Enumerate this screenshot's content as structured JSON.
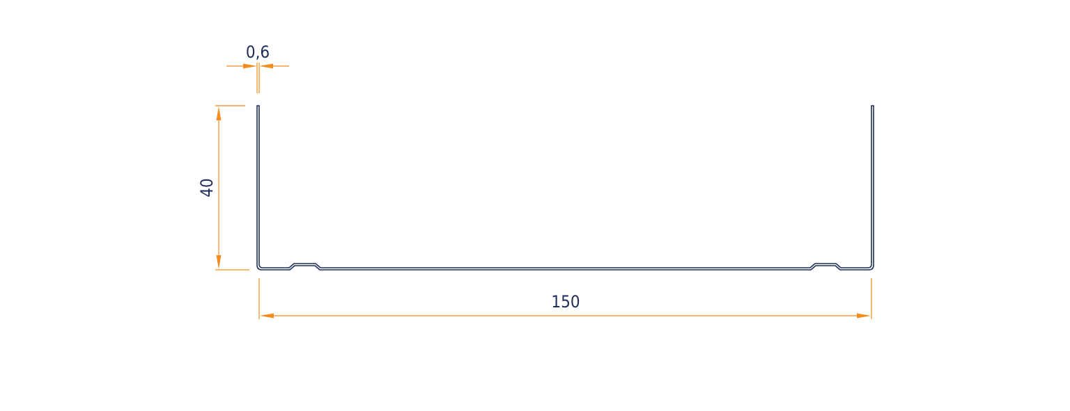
{
  "drawing": {
    "colors": {
      "profile": "#1f2d5a",
      "dimension": "#f28c1e",
      "background": "#ffffff"
    },
    "dimensions": {
      "thickness": "0,6",
      "height": "40",
      "width": "150"
    }
  }
}
